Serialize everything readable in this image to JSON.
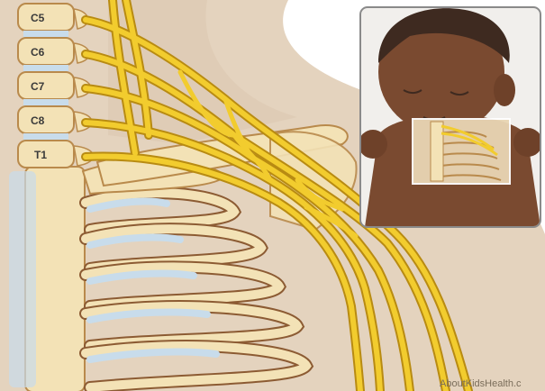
{
  "vertebra_labels": [
    "C5",
    "C6",
    "C7",
    "C8",
    "T1"
  ],
  "credit": "AboutKidsHealth.c",
  "colors": {
    "background": "#ffffff",
    "skin_silhouette": "#e4d3be",
    "bone_fill": "#f3e2b6",
    "bone_outline": "#b98a4c",
    "rib_outline": "#8c5b33",
    "cartilage": "#c8dceb",
    "nerve": "#f2cc2e",
    "nerve_outline": "#b88b12",
    "inset_border": "#8a8a8a",
    "inset_skin": "#7a4a30",
    "inset_hair": "#3e2a20"
  },
  "inset": {
    "title": "",
    "content": "infant-with-chest-region-highlight"
  }
}
